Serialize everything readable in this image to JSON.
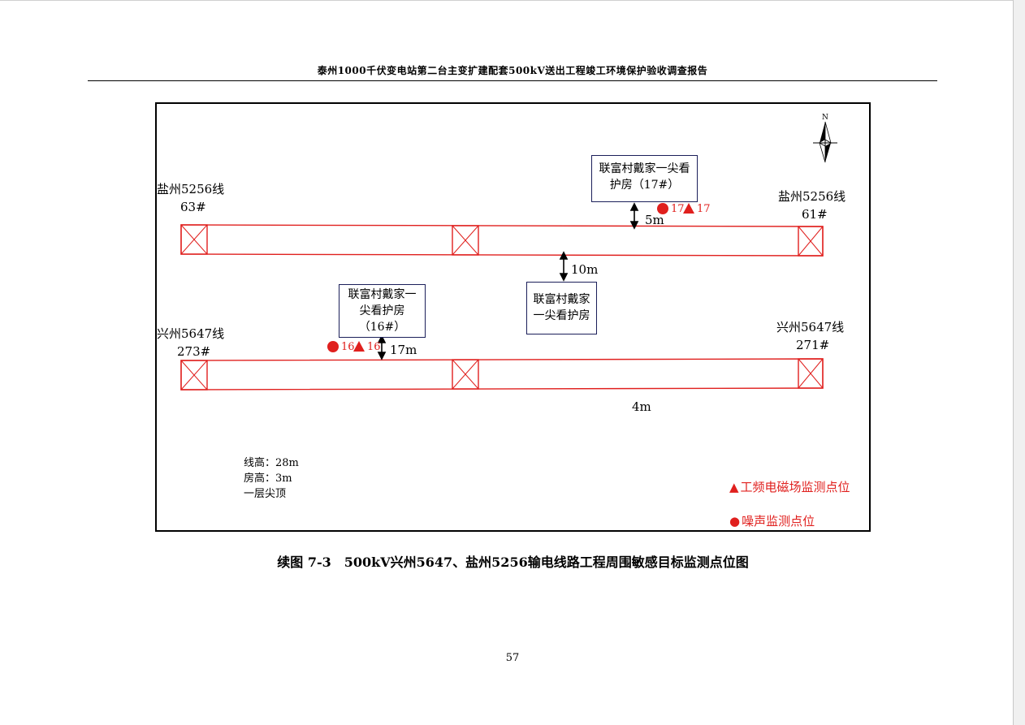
{
  "header": {
    "title": "泰州1000千伏变电站第二台主变扩建配套500kV送出工程竣工环境保护验收调查报告"
  },
  "figure": {
    "north_label": "N",
    "lines": {
      "upper_left_name": "盐州5256线",
      "upper_left_tower": "63#",
      "upper_right_name": "盐州5256线",
      "upper_right_tower": "61#",
      "lower_left_name": "兴州5647线",
      "lower_left_tower": "273#",
      "lower_right_name": "兴州5647线",
      "lower_right_tower": "271#"
    },
    "buildings": {
      "house_17_line1": "联富村戴家一尖看",
      "house_17_line2": "护房（17#）",
      "house_16_line1": "联富村戴家一",
      "house_16_line2": "尖看护房",
      "house_16_line3": "（16#）",
      "house_mid_line1": "联富村戴家",
      "house_mid_line2": "一尖看护房"
    },
    "points": {
      "p17_noise": "17",
      "p17_em": "17",
      "p16_noise": "16",
      "p16_em": "16"
    },
    "distances": {
      "d_5m": "5m",
      "d_10m": "10m",
      "d_17m": "17m",
      "d_4m": "4m"
    },
    "notes": {
      "line_height": "线高：28m",
      "house_height": "房高：3m",
      "roof": "一层尖顶"
    },
    "legend": {
      "em_symbol": "▲",
      "em_label": "工频电磁场监测点位",
      "noise_symbol": "●",
      "noise_label": "噪声监测点位"
    },
    "colors": {
      "line_red": "#e0201e",
      "box_border": "#1b1f5a"
    }
  },
  "caption": "续图 7-3　500kV兴州5647、盐州5256输电线路工程周围敏感目标监测点位图",
  "page_number": "57"
}
